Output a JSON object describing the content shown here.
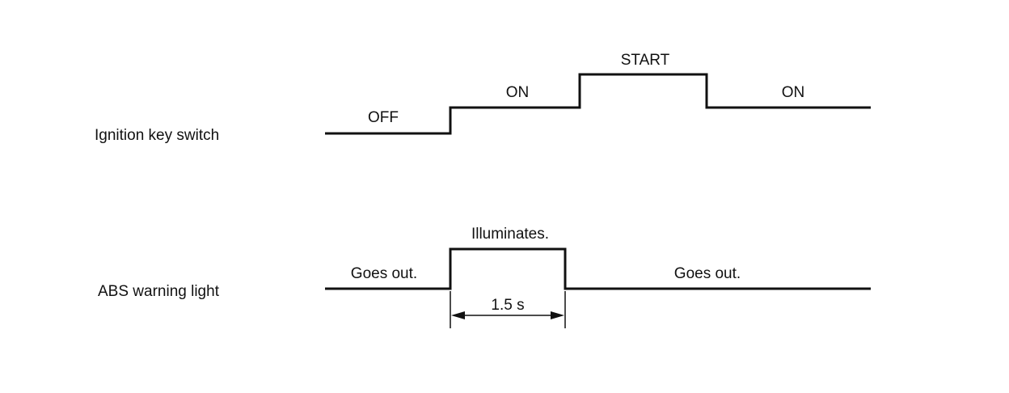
{
  "signals": [
    {
      "name": "Ignition key switch",
      "states": [
        "OFF",
        "ON",
        "START",
        "ON"
      ]
    },
    {
      "name": "ABS warning light",
      "states": [
        "Goes out.",
        "Illuminates.",
        "Goes out."
      ]
    }
  ],
  "timing": {
    "duration_label": "1.5 s"
  },
  "colors": {
    "line": "#111111",
    "background": "#ffffff"
  }
}
